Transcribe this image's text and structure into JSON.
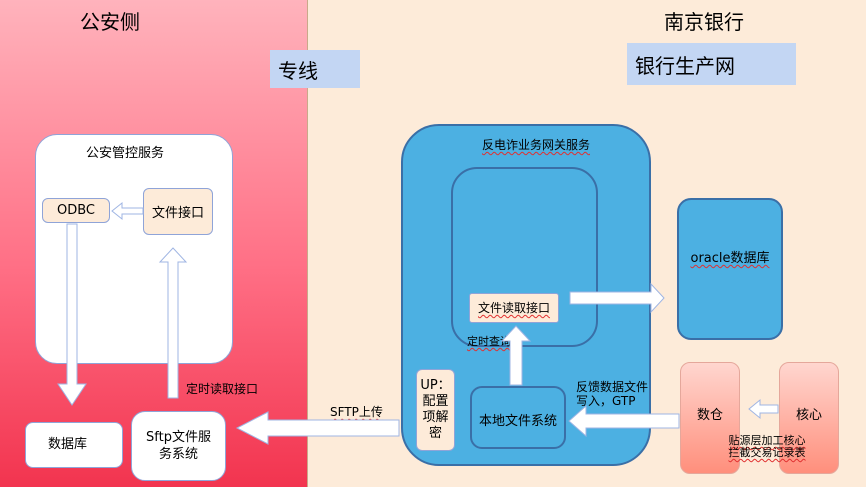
{
  "left_zone": {
    "title": "公安侧"
  },
  "right_zone": {
    "title": "南京银行"
  },
  "dedicated_line": "专线",
  "bank_network": "银行生产网",
  "police_control": {
    "title": "公安管控服务",
    "odbc": "ODBC",
    "file_interface": "文件接口"
  },
  "database": "数据库",
  "sftp_system": "Sftp文件服务系统",
  "timed_read_label": "定时读取接口",
  "sftp_upload_label": "SFTP上传",
  "gateway": {
    "title": "反电诈业务网关服务",
    "file_read_interface": "文件读取接口",
    "timed_query": "定时查询",
    "local_file_system": "本地文件系统",
    "up_config": "UP：配置项解密"
  },
  "oracle_db": "oracle数据库",
  "feedback_label": "反馈数据文件写入，GTP",
  "data_warehouse": "数仓",
  "core": "核心",
  "core_note": "贴源层加工核心拦截交易记录表",
  "colors": {
    "left_zone": "#ff6f85",
    "right_zone": "#fdebd9",
    "gateway_blue": "#4cb0e2",
    "label_blue": "#c3d6f3"
  }
}
